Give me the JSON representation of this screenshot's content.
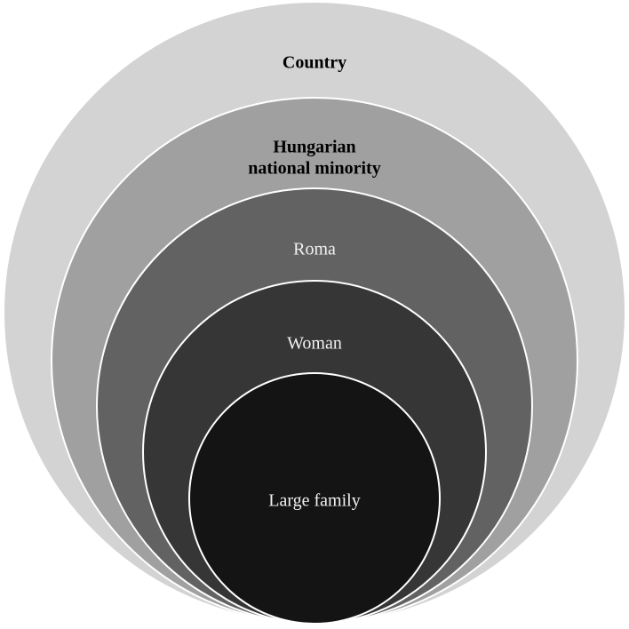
{
  "diagram": {
    "type": "nested-circles",
    "rings": [
      {
        "id": "country",
        "lines": [
          "Country"
        ],
        "fill": "#d3d3d3",
        "text_color": "#000000",
        "bold": true
      },
      {
        "id": "hungarian",
        "lines": [
          "Hungarian",
          "national minority"
        ],
        "fill": "#a0a0a0",
        "text_color": "#000000",
        "bold": true
      },
      {
        "id": "roma",
        "lines": [
          "Roma"
        ],
        "fill": "#626262",
        "text_color": "#f2f2f2",
        "bold": false
      },
      {
        "id": "woman",
        "lines": [
          "Woman"
        ],
        "fill": "#363636",
        "text_color": "#f2f2f2",
        "bold": false
      },
      {
        "id": "large-family",
        "lines": [
          "Large family"
        ],
        "fill": "#141414",
        "text_color": "#f2f2f2",
        "bold": false
      }
    ],
    "border_color": "#ffffff"
  }
}
